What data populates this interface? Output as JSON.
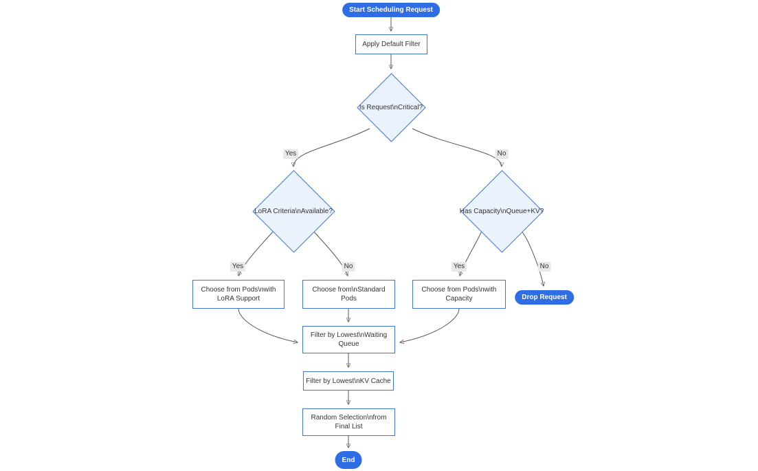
{
  "colors": {
    "accent_blue": "#2e6de4",
    "node_border": "#3f74d8",
    "decision_fill": "#eaf2fb",
    "node_fill": "#ffffff",
    "edge_line": "#555555",
    "edge_label_bg": "#e8e8e8",
    "text_dark": "#333333",
    "text_light": "#ffffff"
  },
  "nodes": {
    "start": {
      "shape": "pill",
      "lines": [
        "Start Scheduling Request"
      ]
    },
    "apply_default_filter": {
      "shape": "rect",
      "lines": [
        "Apply Default Filter"
      ]
    },
    "is_request_critical": {
      "shape": "diamond",
      "lines": [
        "Is Request\\nCritical?"
      ]
    },
    "lora_criteria_available": {
      "shape": "diamond",
      "lines": [
        "LoRA Criteria\\nAvailable?"
      ]
    },
    "has_capacity_queue_kv": {
      "shape": "diamond",
      "lines": [
        "Has Capacity\\nQueue+KV?"
      ]
    },
    "choose_pods_lora": {
      "shape": "rect",
      "lines": [
        "Choose from Pods\\nwith",
        "LoRA Support"
      ]
    },
    "choose_standard_pods": {
      "shape": "rect",
      "lines": [
        "Choose from\\nStandard",
        "Pods"
      ]
    },
    "choose_pods_capacity": {
      "shape": "rect",
      "lines": [
        "Choose from Pods\\nwith",
        "Capacity"
      ]
    },
    "drop_request": {
      "shape": "pill",
      "lines": [
        "Drop Request"
      ]
    },
    "filter_lowest_waiting_queue": {
      "shape": "rect",
      "lines": [
        "Filter by Lowest\\nWaiting",
        "Queue"
      ]
    },
    "filter_lowest_kv_cache": {
      "shape": "rect",
      "lines": [
        "Filter by Lowest\\nKV Cache"
      ]
    },
    "random_selection": {
      "shape": "rect",
      "lines": [
        "Random Selection\\nfrom",
        "Final List"
      ]
    },
    "end": {
      "shape": "pill",
      "lines": [
        "End"
      ]
    }
  },
  "edge_labels": {
    "critical_yes": "Yes",
    "critical_no": "No",
    "lora_yes": "Yes",
    "lora_no": "No",
    "capacity_yes": "Yes",
    "capacity_no": "No"
  }
}
